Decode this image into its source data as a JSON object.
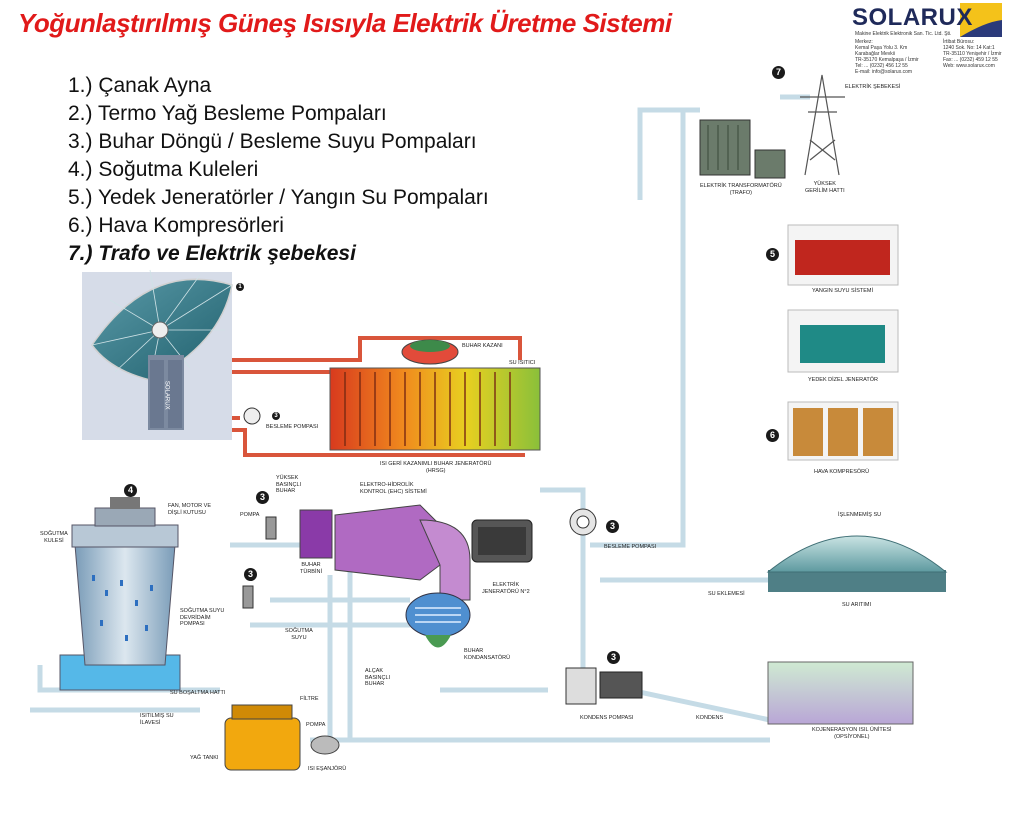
{
  "header": {
    "title": "Yoğunlaştırılmış Güneş Isısıyla Elektrik Üretme Sistemi",
    "logo": "SOLARUX",
    "logo_sub": "SOLARUX",
    "company": "Makine Elektrik Elektronik San. Tic. Ltd. Şti.",
    "contact_left": [
      "Merkez:",
      "Kemal Paşa Yolu 3. Km",
      "Karabağlar Mevkii",
      "TR-35170 Kemalpaşa / İzmir",
      "Tel: ... (0232) 456 12 55",
      "E-mail: info@solarux.com"
    ],
    "contact_right": [
      "İrtibat Bürosu:",
      "1240 Sok. No: 14 Kat:1",
      "TR-35110 Yenişehir / İzmir",
      "Fax: ... (0232) 459 12 55",
      "Web: www.solarux.com"
    ]
  },
  "legend": [
    "1.) Çanak Ayna",
    "2.) Termo Yağ Besleme Pompaları",
    "3.) Buhar Döngü / Besleme Suyu Pompaları",
    "4.) Soğutma Kuleleri",
    "5.) Yedek Jeneratörler / Yangın Su Pompaları",
    "6.) Hava Kompresörleri",
    "7.) Trafo ve Elektrik şebekesi"
  ],
  "dish": {
    "brand": "SOLARUX",
    "badge": "1"
  },
  "labels": {
    "buhar_kazani": "BUHAR KAZANI",
    "su_isitici": "SU ISITICI",
    "hrsg": [
      "ISI GERİ KAZANIMLI BUHAR JENERATÖRÜ",
      "(HRSG)"
    ],
    "besleme_pompasi_small": "BESLEME POMPASI",
    "elektrik_sebekesi": "ELEKTRİK ŞEBEKESİ",
    "trafo": [
      "ELEKTRİK TRANSFORMATÖRÜ",
      "(TRAFO)"
    ],
    "yuksek_gerilim": [
      "YÜKSEK",
      "GERİLİM HATTI"
    ],
    "yangin_suyu": "YANGIN SUYU SİSTEMİ",
    "yedek_dizel": "YEDEK DİZEL JENERATÖR",
    "hava_kompresoru": "HAVA KOMPRESÖRÜ",
    "fan_motor": [
      "FAN, MOTOR VE",
      "DİŞLİ KUTUSU"
    ],
    "sogutma_kulesi": [
      "SOĞUTMA",
      "KULESİ"
    ],
    "pompa": "POMPA",
    "yuksek_basincli": [
      "YÜKSEK",
      "BASINÇLI",
      "BUHAR"
    ],
    "ehc": [
      "ELEKTRO-HİDROLİK",
      "KONTROL (EHC) SİSTEMİ"
    ],
    "buhar_turbini": [
      "BUHAR",
      "TÜRBİNİ"
    ],
    "elektrik_jeneratoru": [
      "ELEKTRİK",
      "JENERATÖRÜ N°2"
    ],
    "besleme_pompasi": "BESLEME POMPASI",
    "islenmemis_su": "İŞLENMEMİŞ SU",
    "su_eklemesi": "SU EKLEMESİ",
    "su_aritimi": "SU ARITIMI",
    "sogutma_devridaim": [
      "SOĞUTMA SUYU",
      "DEVRİDAİM",
      "POMPASI"
    ],
    "sogutma_suyu": [
      "SOĞUTMA",
      "SUYU"
    ],
    "buhar_kondansatoru": [
      "BUHAR",
      "KONDANSATÖRÜ"
    ],
    "alcak_basincli": [
      "ALÇAK",
      "BASINÇLI",
      "BUHAR"
    ],
    "su_bosaltma": "SU BOŞALTMA HATTI",
    "filtre": "FİLTRE",
    "isitilmis_su": [
      "ISITILMIŞ SU",
      "İLAVESİ"
    ],
    "kondens_pompasi": "KONDENS POMPASI",
    "kondens": "KONDENS",
    "kojenerasyon": [
      "KOJENERASYON ISIL ÜNİTESİ",
      "(OPSİYONEL)"
    ],
    "yag_tanki": "YAĞ TANKI",
    "pompa2": "POMPA",
    "isi_esanjoru": "ISI EŞANJÖRÜ"
  },
  "badges": {
    "b3": "3",
    "b4": "4",
    "b5": "5",
    "b6": "6",
    "b7": "7"
  },
  "colors": {
    "title": "#e11a1a",
    "pipe": "#cfe0e8",
    "oil_pipe": "#d9553b",
    "logo_navy": "#1f2a5a"
  }
}
